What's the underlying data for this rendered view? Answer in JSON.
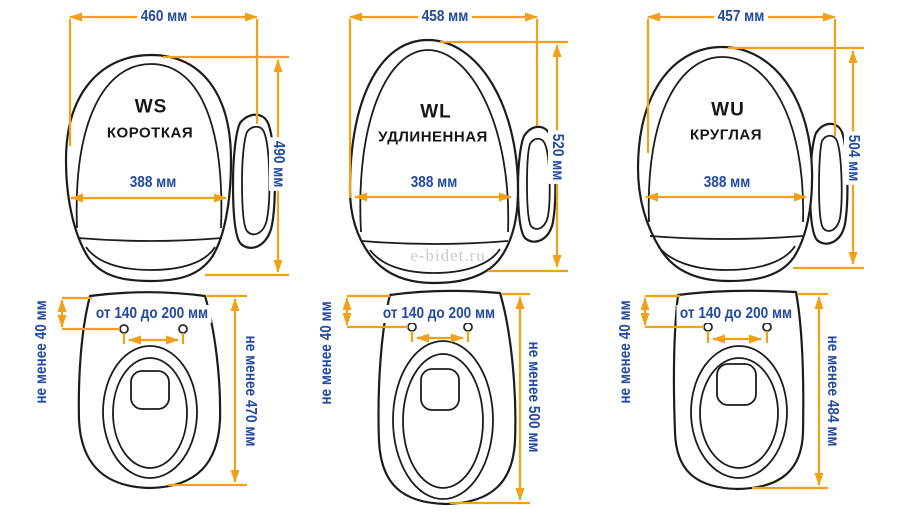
{
  "page": {
    "watermark": "e-bidet.ru"
  },
  "colors": {
    "dimension_line": "#f2a017",
    "dimension_text": "#2349a0",
    "outline": "#1c1c1c",
    "watermark": "#c6c6c6"
  },
  "models": [
    {
      "code": "WS",
      "type_label": "КОРОТКАЯ",
      "seat_width": "460 мм",
      "seat_height": "490 мм",
      "inner_width": "388 мм",
      "side_min": "не менее 40 мм",
      "holes_range": "от 140 до 200 мм",
      "length_min": "не менее 470 мм"
    },
    {
      "code": "WL",
      "type_label": "УДЛИНЕННАЯ",
      "seat_width": "458 мм",
      "seat_height": "520 мм",
      "inner_width": "388 мм",
      "side_min": "не менее 40 мм",
      "holes_range": "от 140 до 200 мм",
      "length_min": "не менее 500 мм"
    },
    {
      "code": "WU",
      "type_label": "КРУГЛАЯ",
      "seat_width": "457 мм",
      "seat_height": "504 мм",
      "inner_width": "388 мм",
      "side_min": "не менее 40 мм",
      "holes_range": "от 140 до 200 мм",
      "length_min": "не менее 484 мм"
    }
  ]
}
